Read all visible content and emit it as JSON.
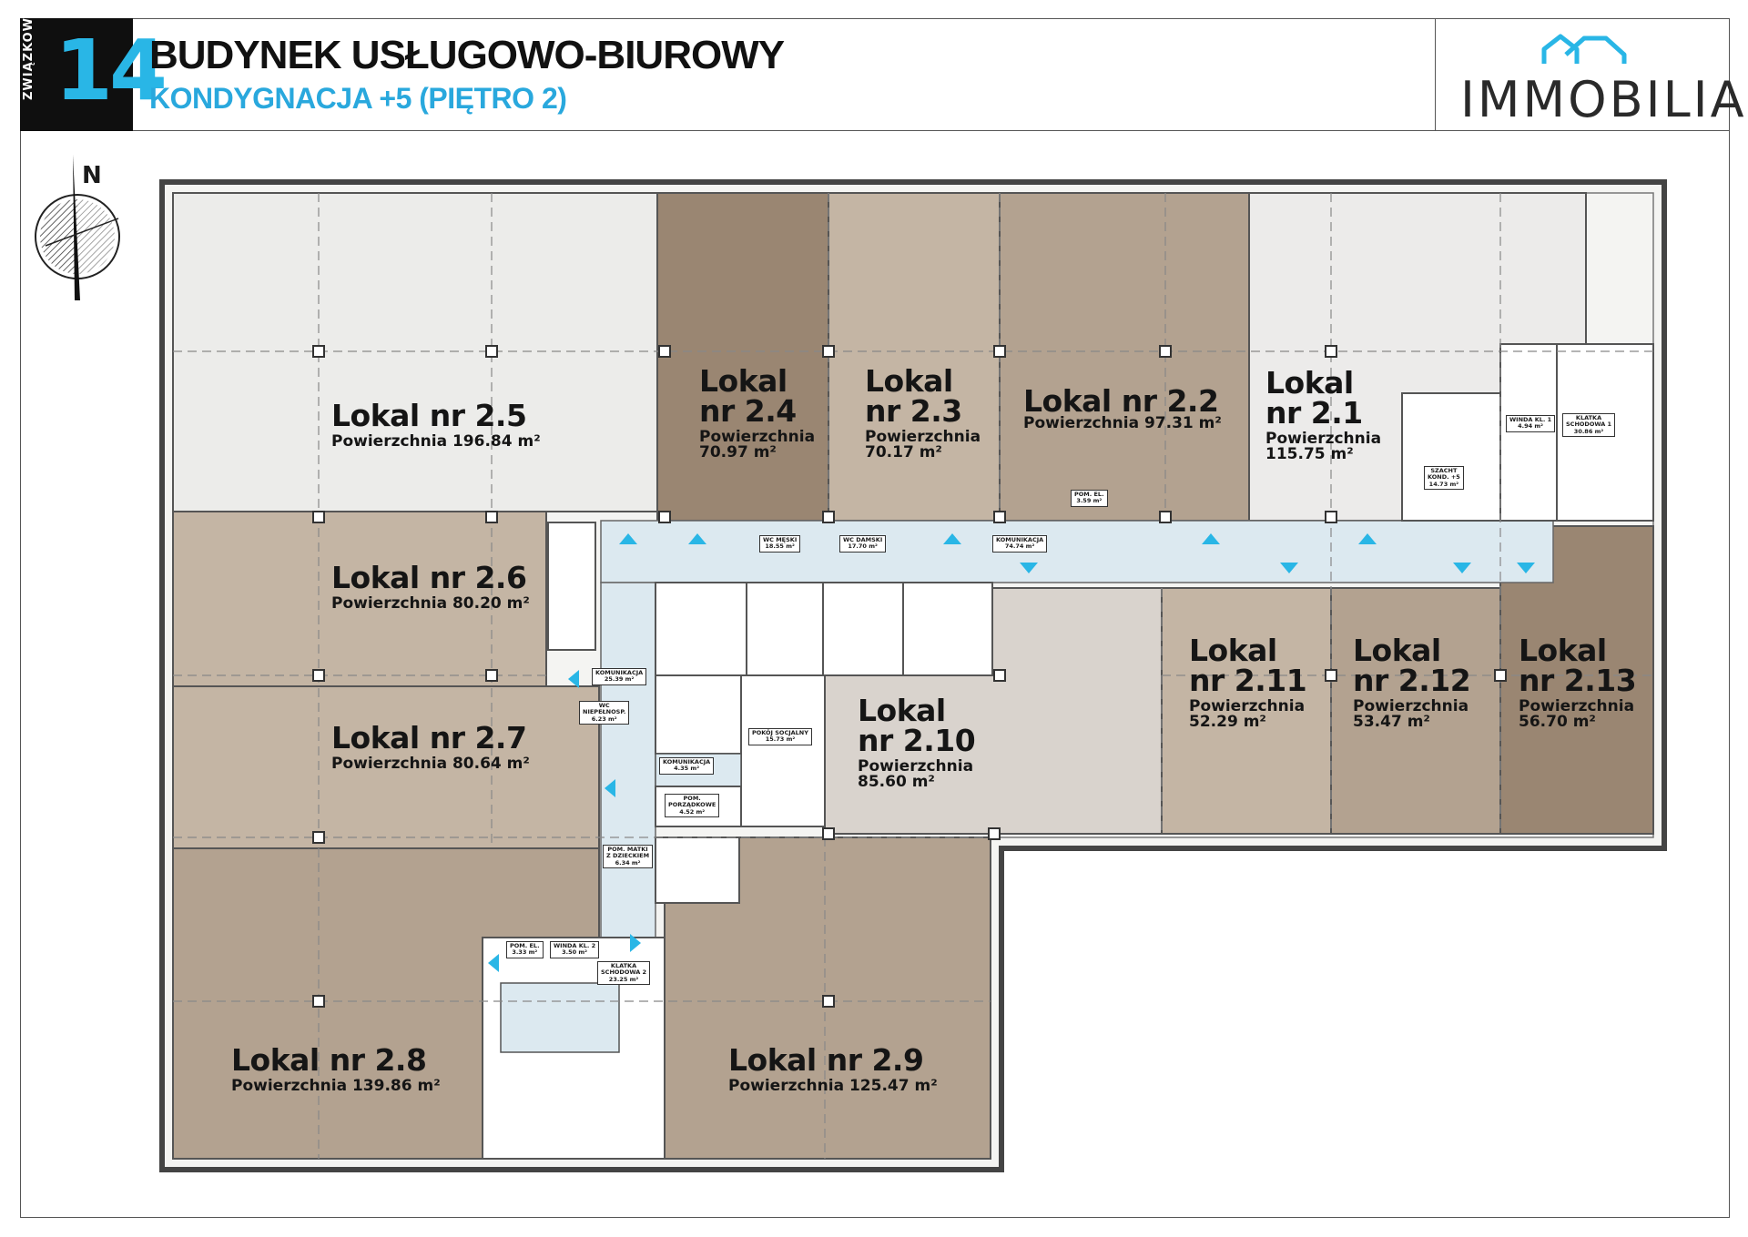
{
  "header": {
    "street": "ZWIĄZKOWA",
    "number": "14",
    "title": "BUDYNEK USŁUGOWO-BIUROWY",
    "subtitle": "KONDYGNACJA +5  (PIĘTRO 2)",
    "logo": "IMMOBILIA"
  },
  "compass": {
    "north": "N"
  },
  "colors": {
    "light_grey": "#ececea",
    "beige_light": "#d9cec2",
    "beige_mid": "#c4b5a4",
    "brown_mid": "#b3a290",
    "brown_dark": "#9a8672",
    "corridor_blue": "#dce9f0",
    "accent_blue": "#29b6e6"
  },
  "units": {
    "u2_5": {
      "title": "Lokal nr 2.5",
      "area": "Powierzchnia 196.84 m²"
    },
    "u2_4": {
      "title_1": "Lokal",
      "title_2": "nr 2.4",
      "area_1": "Powierzchnia",
      "area_2": "70.97 m²"
    },
    "u2_3": {
      "title_1": "Lokal",
      "title_2": "nr 2.3",
      "area_1": "Powierzchnia",
      "area_2": "70.17 m²"
    },
    "u2_2": {
      "title": "Lokal nr 2.2",
      "area": "Powierzchnia 97.31 m²"
    },
    "u2_1": {
      "title_1": "Lokal",
      "title_2": "nr 2.1",
      "area_1": "Powierzchnia",
      "area_2": "115.75 m²"
    },
    "u2_6": {
      "title": "Lokal nr 2.6",
      "area": "Powierzchnia 80.20 m²"
    },
    "u2_7": {
      "title": "Lokal nr 2.7",
      "area": "Powierzchnia 80.64 m²"
    },
    "u2_10": {
      "title_1": "Lokal",
      "title_2": "nr 2.10",
      "area_1": "Powierzchnia",
      "area_2": "85.60 m²"
    },
    "u2_11": {
      "title_1": "Lokal",
      "title_2": "nr 2.11",
      "area_1": "Powierzchnia",
      "area_2": "52.29 m²"
    },
    "u2_12": {
      "title_1": "Lokal",
      "title_2": "nr 2.12",
      "area_1": "Powierzchnia",
      "area_2": "53.47 m²"
    },
    "u2_13": {
      "title_1": "Lokal",
      "title_2": "nr 2.13",
      "area_1": "Powierzchnia",
      "area_2": "56.70 m²"
    },
    "u2_8": {
      "title": "Lokal nr 2.8",
      "area": "Powierzchnia 139.86 m²"
    },
    "u2_9": {
      "title": "Lokal nr 2.9",
      "area": "Powierzchnia 125.47 m²"
    }
  },
  "small_rooms": {
    "wc_meski": {
      "l1": "WC MĘSKI",
      "l2": "18.55 m²"
    },
    "wc_damski": {
      "l1": "WC DAMSKI",
      "l2": "17.70 m²"
    },
    "komunikacja_top": {
      "l1": "KOMUNIKACJA",
      "l2": "74.74 m²"
    },
    "pom_el_top": {
      "l1": "POM. EL.",
      "l2": "3.59 m²"
    },
    "winda_1": {
      "l1": "WINDA KL. 1",
      "l2": "4.94 m²"
    },
    "klatka_1": {
      "l1": "KLATKA",
      "l2": "SCHODOWA 1",
      "l3": "30.86 m²"
    },
    "szacht": {
      "l1": "SZACHT",
      "l2": "KOND. +5",
      "l3": "14.73 m²"
    },
    "komunikacja_left": {
      "l1": "KOMUNIKACJA",
      "l2": "25.39 m²"
    },
    "wc_niepeln": {
      "l1": "WC",
      "l2": "NIEPEŁNOSP.",
      "l3": "6.23 m²"
    },
    "pokoj_socjalny": {
      "l1": "POKÓJ SOCJALNY",
      "l2": "15.73 m²"
    },
    "komunikacja_mid": {
      "l1": "KOMUNIKACJA",
      "l2": "4.35 m²"
    },
    "pom_porzadkowe": {
      "l1": "POM.",
      "l2": "PORZĄDKOWE",
      "l3": "4.52 m²"
    },
    "pom_matki": {
      "l1": "POM. MATKI",
      "l2": "Z DZIECKIEM",
      "l3": "6.34 m²"
    },
    "pom_el_bottom": {
      "l1": "POM. EL.",
      "l2": "3.33 m²"
    },
    "winda_2": {
      "l1": "WINDA KL. 2",
      "l2": "3.50 m²"
    },
    "klatka_2": {
      "l1": "KLATKA",
      "l2": "SCHODOWA 2",
      "l3": "23.25 m²"
    }
  }
}
